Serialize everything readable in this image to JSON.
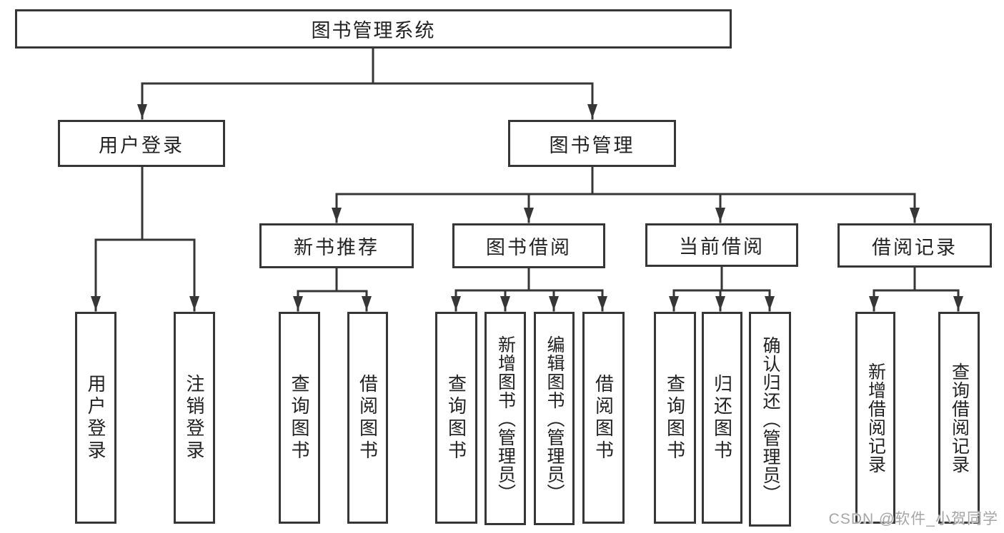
{
  "diagram": {
    "root": {
      "label": "图书管理系统"
    },
    "branches": [
      {
        "label": "用户登录",
        "children": [
          {
            "label": "用户登录"
          },
          {
            "label": "注销登录"
          }
        ]
      },
      {
        "label": "图书管理",
        "children": [
          {
            "label": "新书推荐",
            "children": [
              {
                "label": "查询图书"
              },
              {
                "label": "借阅图书"
              }
            ]
          },
          {
            "label": "图书借阅",
            "children": [
              {
                "label": "查询图书"
              },
              {
                "label": "新增图书（管理员）"
              },
              {
                "label": "编辑图书（管理员）"
              },
              {
                "label": "借阅图书"
              }
            ]
          },
          {
            "label": "当前借阅",
            "children": [
              {
                "label": "查询图书"
              },
              {
                "label": "归还图书"
              },
              {
                "label": "确认归还（管理员）"
              }
            ]
          },
          {
            "label": "借阅记录",
            "children": [
              {
                "label": "新增借阅记录"
              },
              {
                "label": "查询借阅记录"
              }
            ]
          }
        ]
      }
    ]
  },
  "watermark": {
    "text": "CSDN @软件_小贺同学"
  },
  "colors": {
    "line": "#363636",
    "text": "#222222",
    "watermark": "#a6a6a6",
    "background": "#ffffff"
  }
}
